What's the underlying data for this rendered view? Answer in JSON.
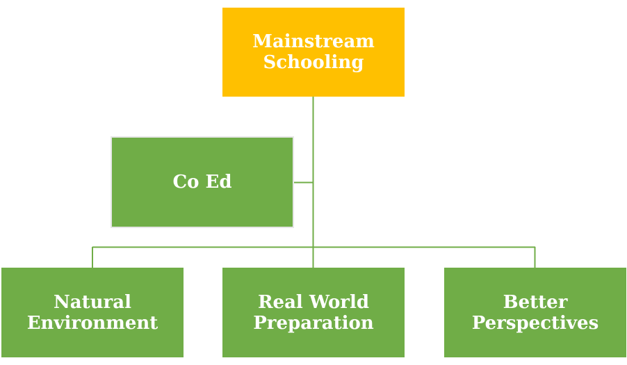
{
  "diagram": {
    "type": "org-chart",
    "colors": {
      "root_fill": "#FFC000",
      "node_fill": "#70AD47",
      "connector": "#70AD47",
      "text": "#FFFFFF"
    },
    "root": {
      "label": "Mainstream\nSchooling"
    },
    "assistant": {
      "label": "Co Ed"
    },
    "children": [
      {
        "label": "Natural\nEnvironment"
      },
      {
        "label": "Real World\nPreparation"
      },
      {
        "label": "Better\nPerspectives"
      }
    ]
  }
}
